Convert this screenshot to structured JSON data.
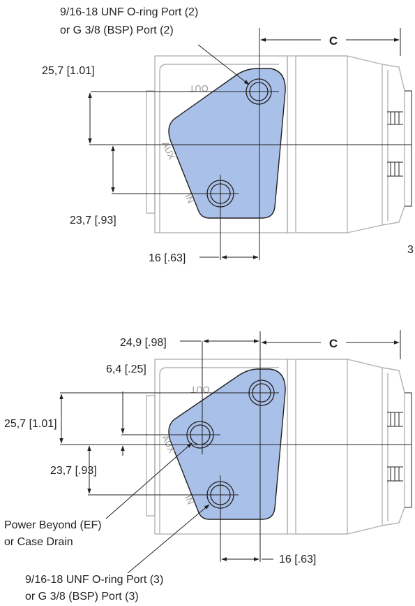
{
  "top_view": {
    "port_callout_line1": "9/16-18 UNF O-ring Port (2)",
    "port_callout_line2": "or G 3/8 (BSP) Port (2)",
    "dim_c": "C",
    "dim_upper_vertical": "25,7 [1.01]",
    "dim_lower_vertical": "23,7 [.93]",
    "dim_horizontal": "16 [.63]",
    "edge_fragment": "3",
    "etch_out": "OUT",
    "etch_aux": "AUX",
    "etch_in": "IN"
  },
  "bottom_view": {
    "dim_c": "C",
    "dim_top_horizontal": "24,9 [.98]",
    "dim_small_vertical": "6,4 [.25]",
    "dim_upper_vertical": "25,7 [1.01]",
    "dim_lower_vertical": "23,7 [.93]",
    "dim_horizontal": "16 [.63]",
    "callout_power_line1": "Power Beyond (EF)",
    "callout_power_line2": "or Case Drain",
    "port_callout_line1": "9/16-18 UNF O-ring Port (3)",
    "port_callout_line2": "or G 3/8 (BSP) Port (3)",
    "etch_out": "OUT",
    "etch_aux": "AUX",
    "etch_in": "IN"
  }
}
